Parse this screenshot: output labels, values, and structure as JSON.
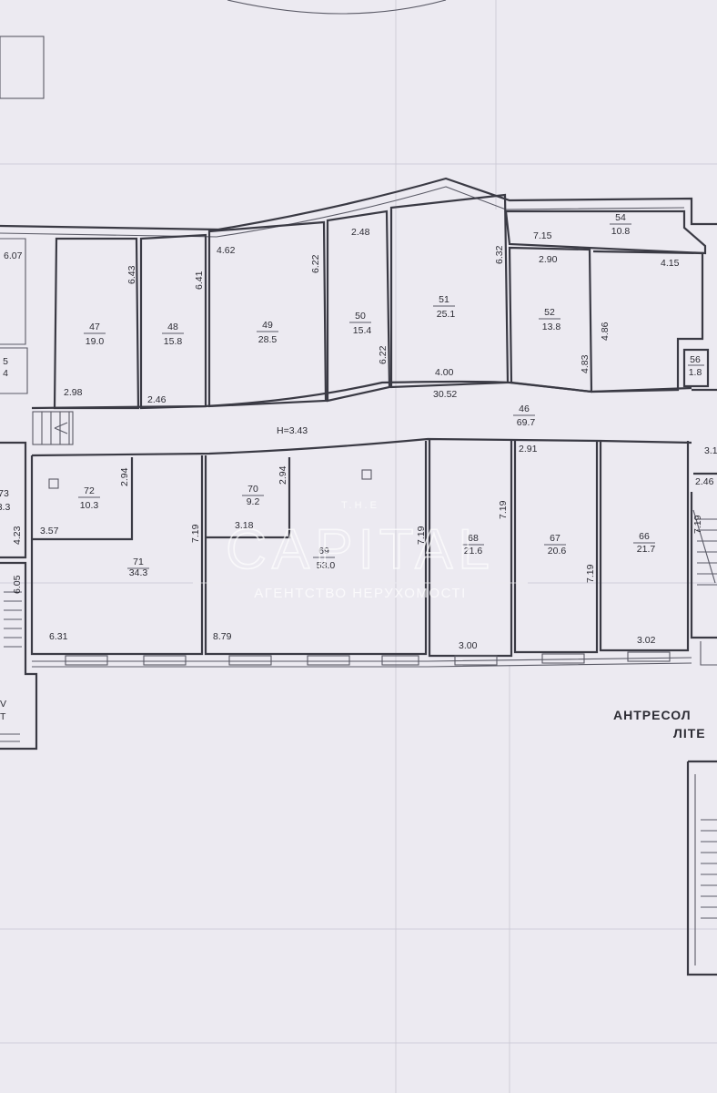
{
  "rooms": [
    {
      "num": "47",
      "area": "19.0"
    },
    {
      "num": "48",
      "area": "15.8"
    },
    {
      "num": "49",
      "area": "28.5"
    },
    {
      "num": "50",
      "area": "15.4"
    },
    {
      "num": "51",
      "area": "25.1"
    },
    {
      "num": "52",
      "area": "13.8"
    },
    {
      "num": "54",
      "area": "10.8"
    },
    {
      "num": "56",
      "area": "1.8"
    },
    {
      "num": "46",
      "area": "69.7"
    },
    {
      "num": "72",
      "area": "10.3"
    },
    {
      "num": "71",
      "area": "34.3"
    },
    {
      "num": "70",
      "area": "9.2"
    },
    {
      "num": "69",
      "area": "53.0"
    },
    {
      "num": "68",
      "area": "21.6"
    },
    {
      "num": "67",
      "area": "20.6"
    },
    {
      "num": "66",
      "area": "21.7"
    },
    {
      "num": "73",
      "area": "3.3"
    },
    {
      "num": "5",
      "area": "4"
    }
  ],
  "dimensions": [
    "6.07",
    "6.43",
    "6.41",
    "4.62",
    "6.22",
    "2.48",
    "6.32",
    "7.15",
    "2.90",
    "4.15",
    "4.86",
    "4.83",
    "6.22",
    "4.00",
    "30.52",
    "2.98",
    "2.46",
    "2.91",
    "H=3.43",
    "2.94",
    "3.57",
    "7.19",
    "3.18",
    "2.94",
    "7.19",
    "7.19",
    "7.19",
    "7.19",
    "3.1",
    "2.46",
    "4.23",
    "6.05",
    "6.31",
    "8.79",
    "3.00",
    "3.02"
  ],
  "labels": {
    "mezzanine": "АНТРЕСОЛ",
    "letter": "ЛІТЕ",
    "side_v": "V",
    "side_t": "T"
  },
  "watermark": {
    "top": "T.H.E",
    "main": "CAPITAL",
    "sub": "АГЕНТСТВО НЕРУХОМОСТІ"
  }
}
